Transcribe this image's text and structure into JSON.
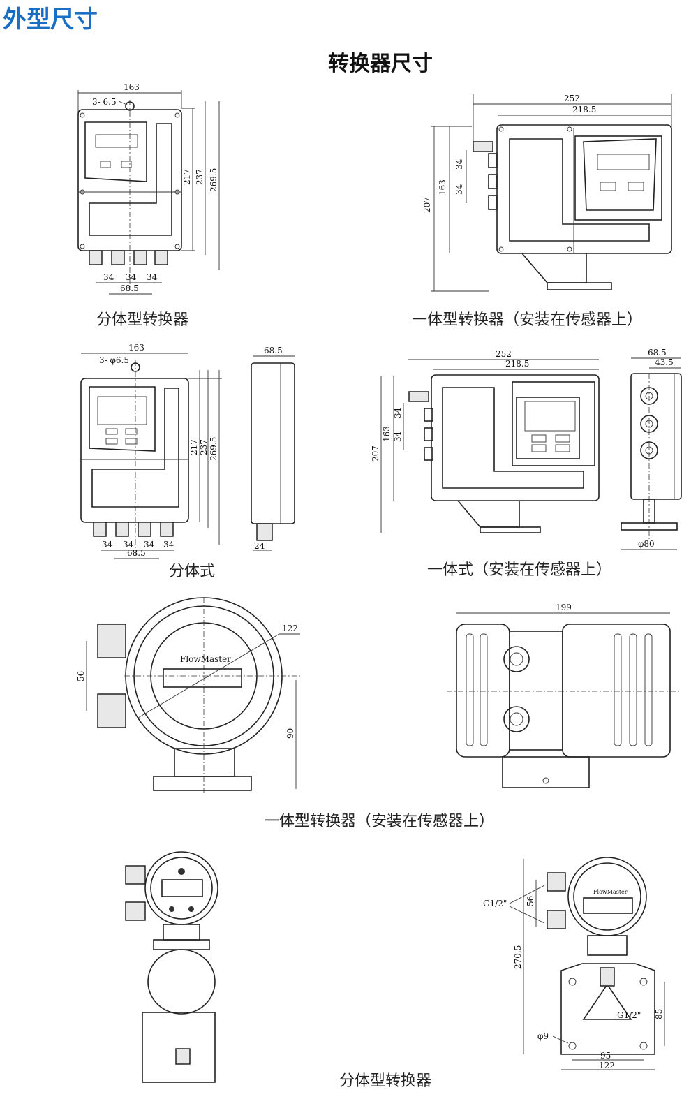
{
  "page_title": "外型尺寸",
  "section_title": "转换器尺寸",
  "captions": {
    "f1": "分体型转换器",
    "f2": "一体型转换器（安装在传感器上）",
    "f3": "分体式",
    "f4": "一体式（安装在传感器上）",
    "f5": "一体型转换器（安装在传感器上）",
    "f6": "分体型转换器"
  },
  "dims": {
    "f1": {
      "w": "163",
      "hole": "3- 6.5",
      "h1": "217",
      "h2": "237",
      "h3": "269.5",
      "s1": "34",
      "s2": "34",
      "s3": "34",
      "s4": "68.5"
    },
    "f2": {
      "w1": "252",
      "w2": "218.5",
      "v1": "34",
      "v2": "34",
      "h1": "163",
      "h2": "207"
    },
    "f3": {
      "w": "163",
      "hole": "3- φ6.5",
      "h1": "217",
      "h2": "237",
      "h3": "269.5",
      "s1": "34",
      "s2": "34",
      "s3": "34",
      "s4": "34",
      "s5": "68.5",
      "side_w": "68.5",
      "side_b": "24"
    },
    "f4": {
      "w1": "252",
      "w2": "218.5",
      "v1": "34",
      "v2": "34",
      "h1": "163",
      "h2": "207",
      "side_w1": "68.5",
      "side_w2": "43.5",
      "base": "φ80"
    },
    "f5": {
      "dia": "122",
      "v": "56",
      "h": "90",
      "w": "199",
      "brand": "FlowMaster"
    },
    "f6": {
      "thread1": "G1/2\"",
      "thread2": "G1/2\"",
      "v56": "56",
      "h": "270.5",
      "v85": "85",
      "hole": "φ9",
      "w95": "95",
      "w122": "122",
      "brand": "FlowMaster"
    }
  }
}
